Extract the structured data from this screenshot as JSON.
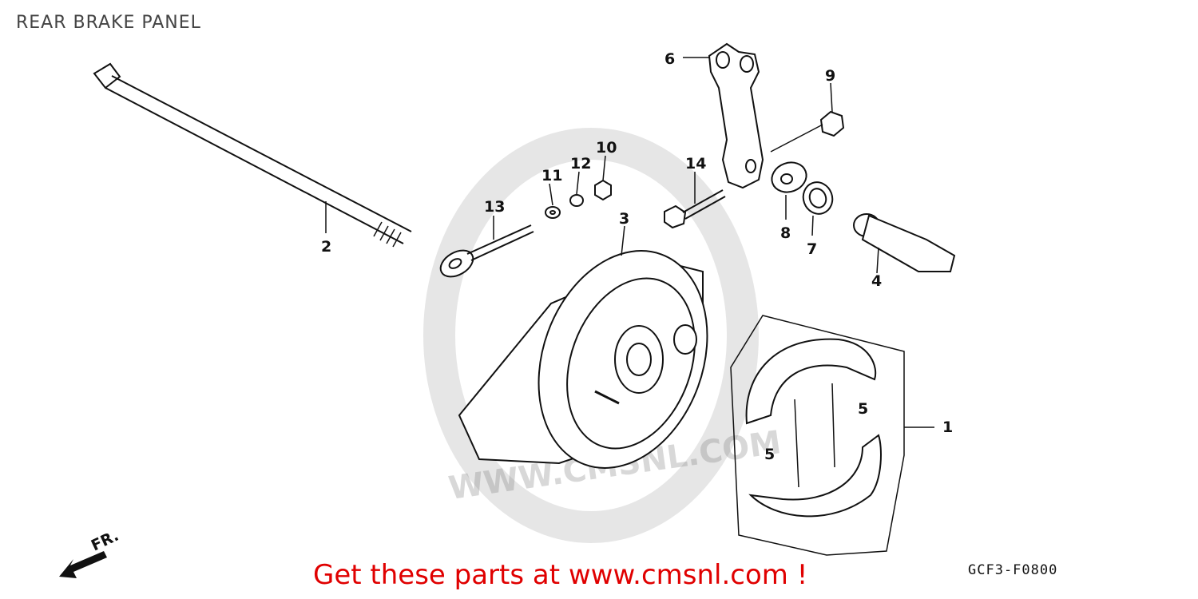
{
  "title": "REAR BRAKE PANEL",
  "call_to_action": "Get these parts at www.cmsnl.com !",
  "diagram_code": "GCF3-F0800",
  "watermark_text": "WWW.CMSNL.COM",
  "front_indicator": "FR.",
  "callouts": {
    "c1": "1",
    "c2": "2",
    "c3": "3",
    "c4": "4",
    "c5a": "5",
    "c5b": "5",
    "c6": "6",
    "c7": "7",
    "c8": "8",
    "c9": "9",
    "c10": "10",
    "c11": "11",
    "c12": "12",
    "c13": "13",
    "c14": "14"
  },
  "colors": {
    "cta": "#e00000",
    "watermark": "#d8d8d8",
    "lines": "#111111"
  }
}
